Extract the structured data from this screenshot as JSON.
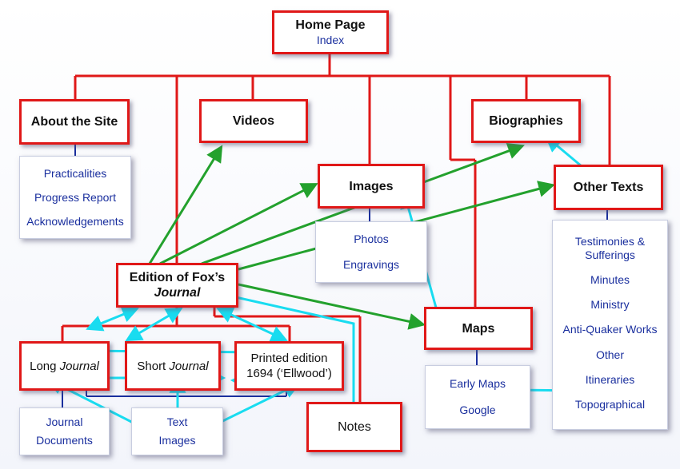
{
  "nodes": {
    "home": {
      "title": "Home Page",
      "sub": "Index"
    },
    "about": {
      "title": "About the Site"
    },
    "videos": {
      "title": "Videos"
    },
    "biographies": {
      "title": "Biographies"
    },
    "images": {
      "title": "Images"
    },
    "other_texts": {
      "title": "Other Texts"
    },
    "edition": {
      "title": "Edition of Fox’s",
      "title_em": "Journal"
    },
    "maps": {
      "title": "Maps"
    },
    "long_journal": {
      "title": "Long ",
      "title_em": "Journal"
    },
    "short_journal": {
      "title": "Short ",
      "title_em": "Journal"
    },
    "printed_edition": {
      "line1": "Printed edition",
      "line2": "1694 (‘Ellwood’)"
    },
    "notes": {
      "title": "Notes"
    }
  },
  "panels": {
    "about_links": [
      "Practicalities",
      "Progress Report",
      "Acknowledgements"
    ],
    "images_links": [
      "Photos",
      "Engravings"
    ],
    "other_texts_links": [
      "Testimonies & Sufferings",
      "Minutes",
      "Ministry",
      "Anti-Quaker Works",
      "Other",
      "Itineraries",
      "Topographical"
    ],
    "maps_links": [
      "Early Maps",
      "Google"
    ],
    "journal_links": [
      "Journal",
      "Documents"
    ],
    "text_images_links": [
      "Text",
      "Images"
    ]
  },
  "colors": {
    "tree_line": "#e01818",
    "panel_connector": "#1a2f9e",
    "green_arrow": "#23a12d",
    "cyan_arrow": "#19dcf0",
    "link_text": "#1a2f9e"
  }
}
